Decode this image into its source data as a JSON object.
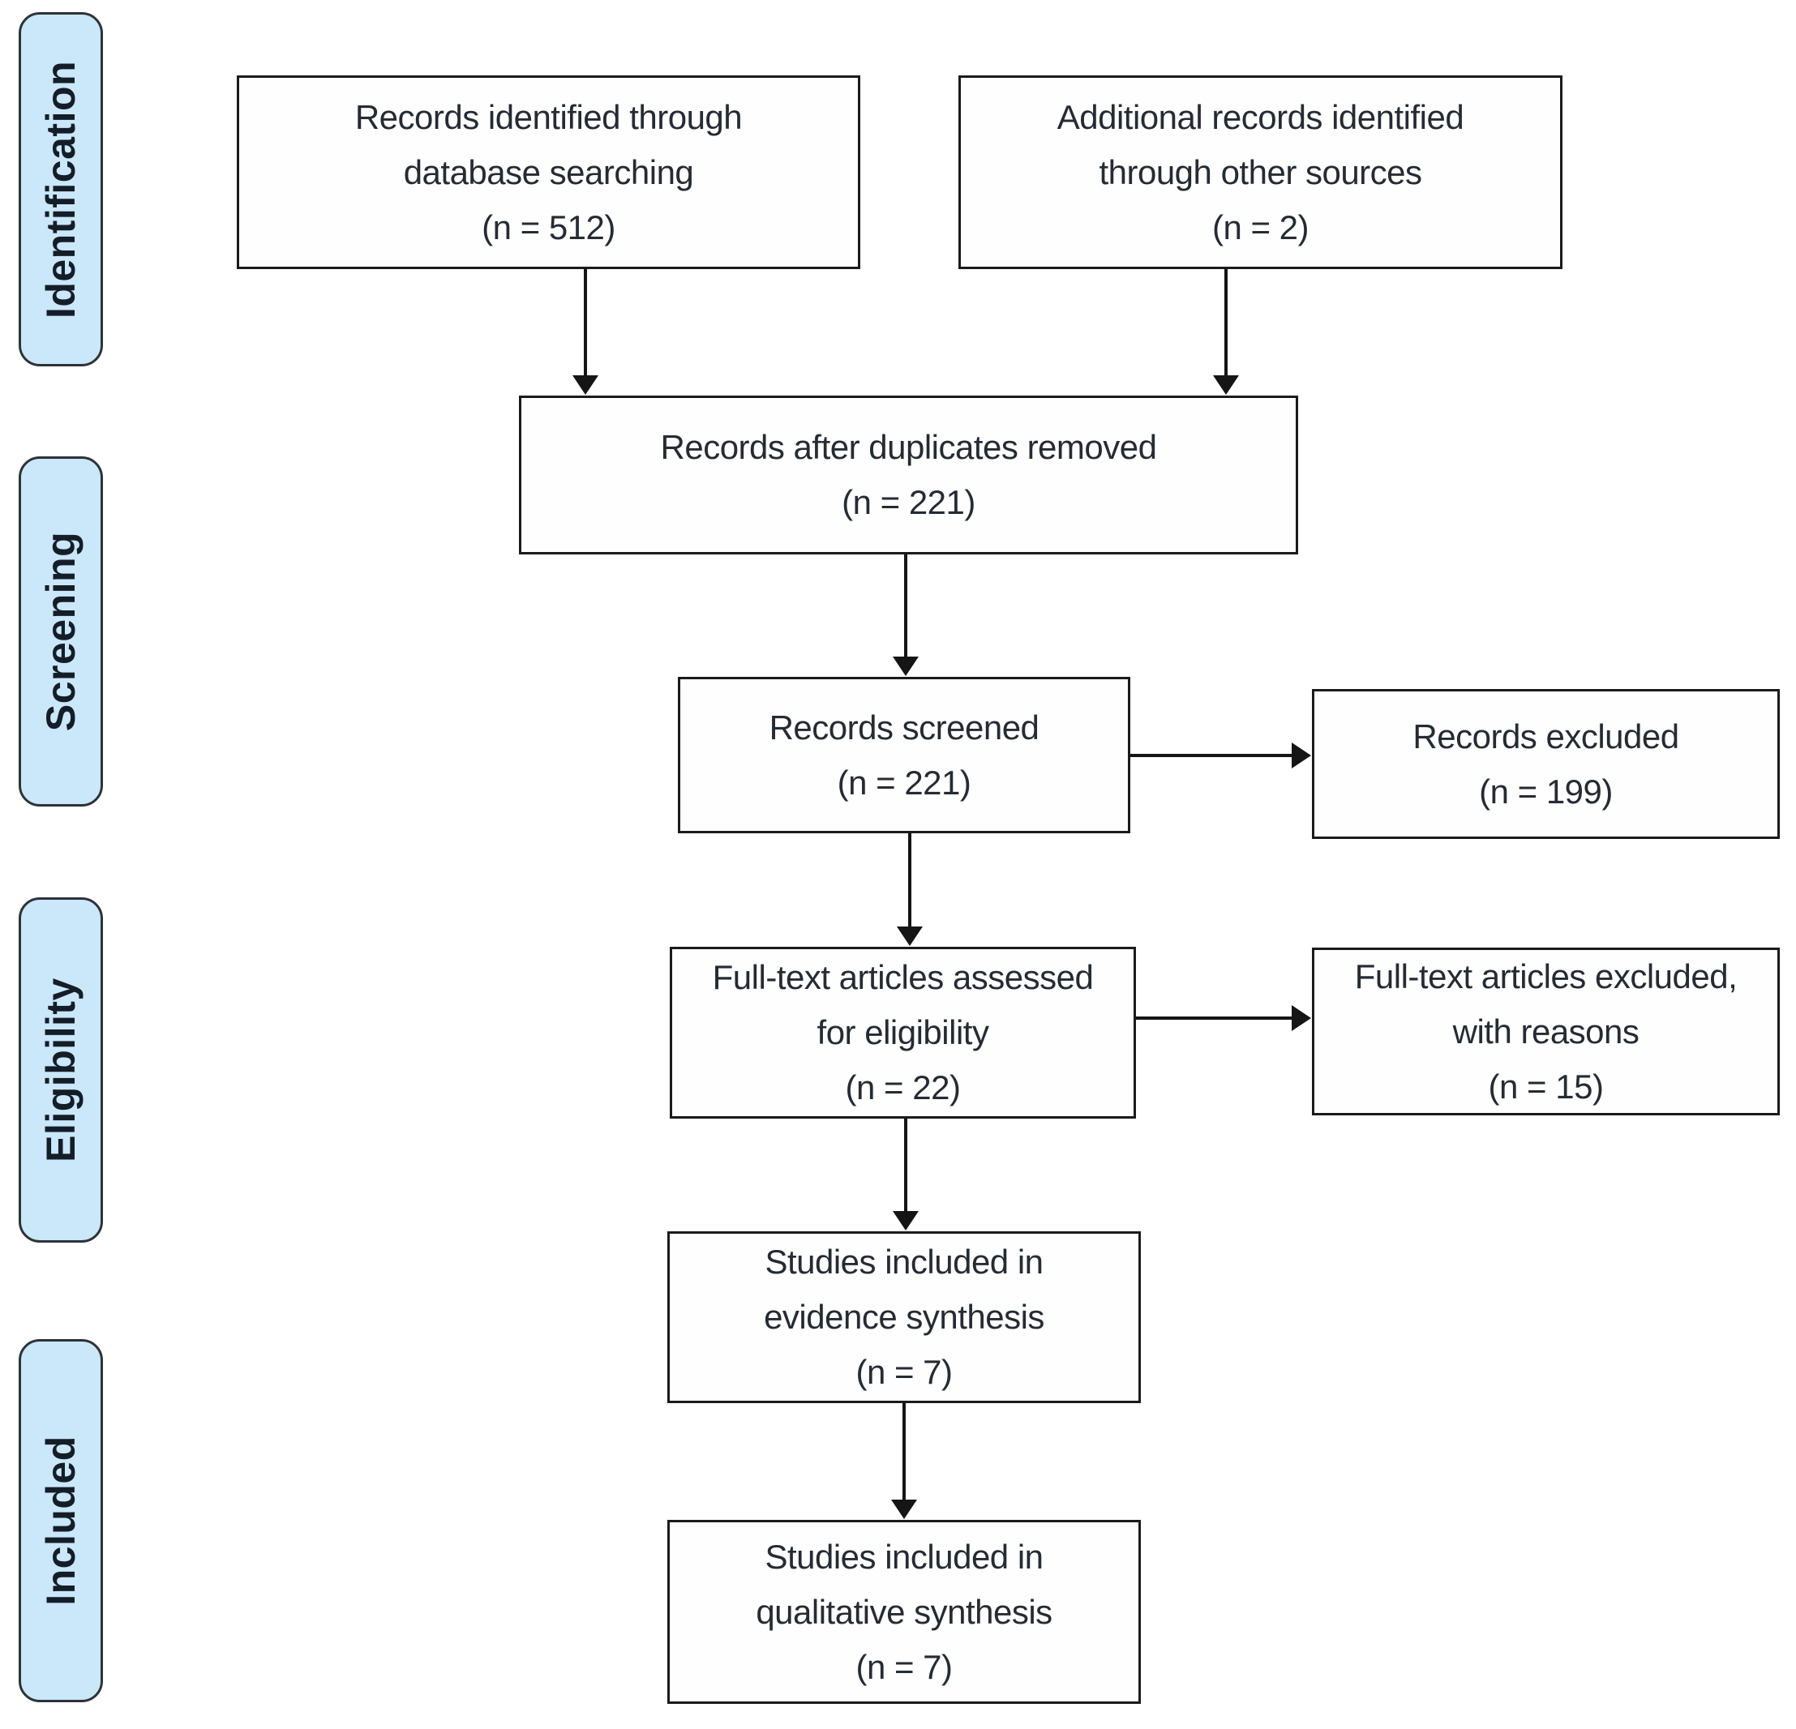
{
  "diagram": {
    "stages": [
      {
        "label": "Identification"
      },
      {
        "label": "Screening"
      },
      {
        "label": "Eligibility"
      },
      {
        "label": "Included"
      }
    ],
    "boxes": [
      {
        "id": "records-identified",
        "lines": [
          "Records identified through",
          "database searching",
          "(n = 512)"
        ],
        "n": 512
      },
      {
        "id": "additional-records",
        "lines": [
          "Additional records identified",
          "through other sources",
          "(n = 2)"
        ],
        "n": 2
      },
      {
        "id": "after-duplicates",
        "lines": [
          "Records after duplicates removed",
          "(n = 221)"
        ],
        "n": 221
      },
      {
        "id": "records-screened",
        "lines": [
          "Records screened",
          "(n = 221)"
        ],
        "n": 221
      },
      {
        "id": "records-excluded",
        "lines": [
          "Records excluded",
          "(n = 199)"
        ],
        "n": 199
      },
      {
        "id": "fulltext-assessed",
        "lines": [
          "Full-text articles assessed",
          "for eligibility",
          "(n = 22)"
        ],
        "n": 22
      },
      {
        "id": "fulltext-excluded",
        "lines": [
          "Full-text articles excluded,",
          "with reasons",
          "(n = 15)"
        ],
        "n": 15
      },
      {
        "id": "evidence-synthesis",
        "lines": [
          "Studies included in",
          "evidence synthesis",
          "(n = 7)"
        ],
        "n": 7
      },
      {
        "id": "qualitative-synthesis",
        "lines": [
          "Studies included in",
          "qualitative synthesis",
          "(n = 7)"
        ],
        "n": 7
      }
    ]
  },
  "colors": {
    "background": "#ffffff",
    "stage_fill": "#cbe7fa",
    "stage_border": "#2d3338",
    "stage_text": "#141e28",
    "box_fill": "#fefefe",
    "box_border": "#1b1b1b",
    "text": "#262b33",
    "arrow": "#151515"
  }
}
